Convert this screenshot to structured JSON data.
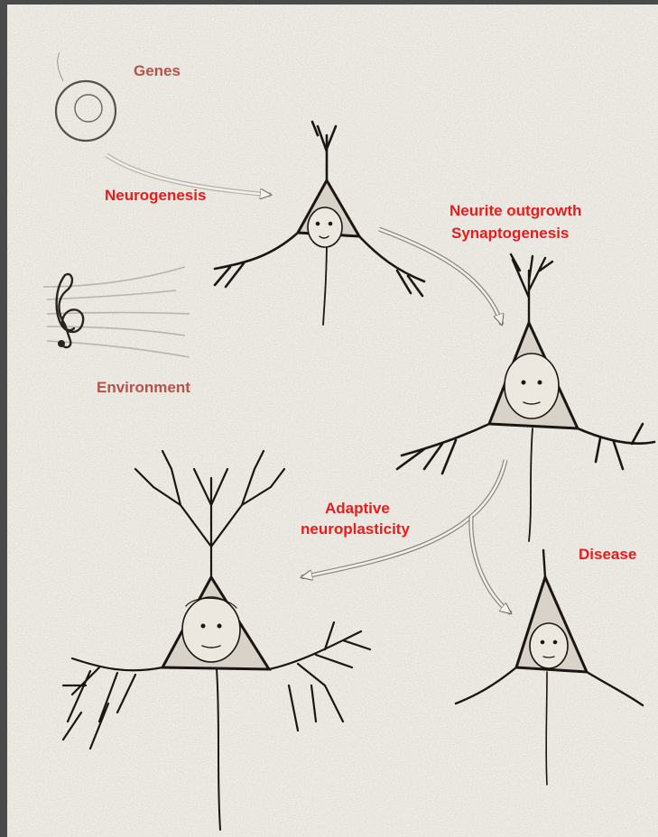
{
  "labels": {
    "genes": "Genes",
    "neurogenesis": "Neurogenesis",
    "neurite_outgrowth": "Neurite outgrowth",
    "synaptogenesis": "Synaptogenesis",
    "environment": "Environment",
    "adaptive": "Adaptive",
    "neuroplasticity": "neuroplasticity",
    "disease": "Disease"
  },
  "colors": {
    "paper": "#efebe5",
    "ink": "#1b1614",
    "label_muted": "#b5524c",
    "label_bright": "#ec1b1b",
    "frame": "#4a4a4a"
  },
  "icons": {
    "genes": "cell-nucleus-icon",
    "environment": "treble-clef-icon"
  }
}
